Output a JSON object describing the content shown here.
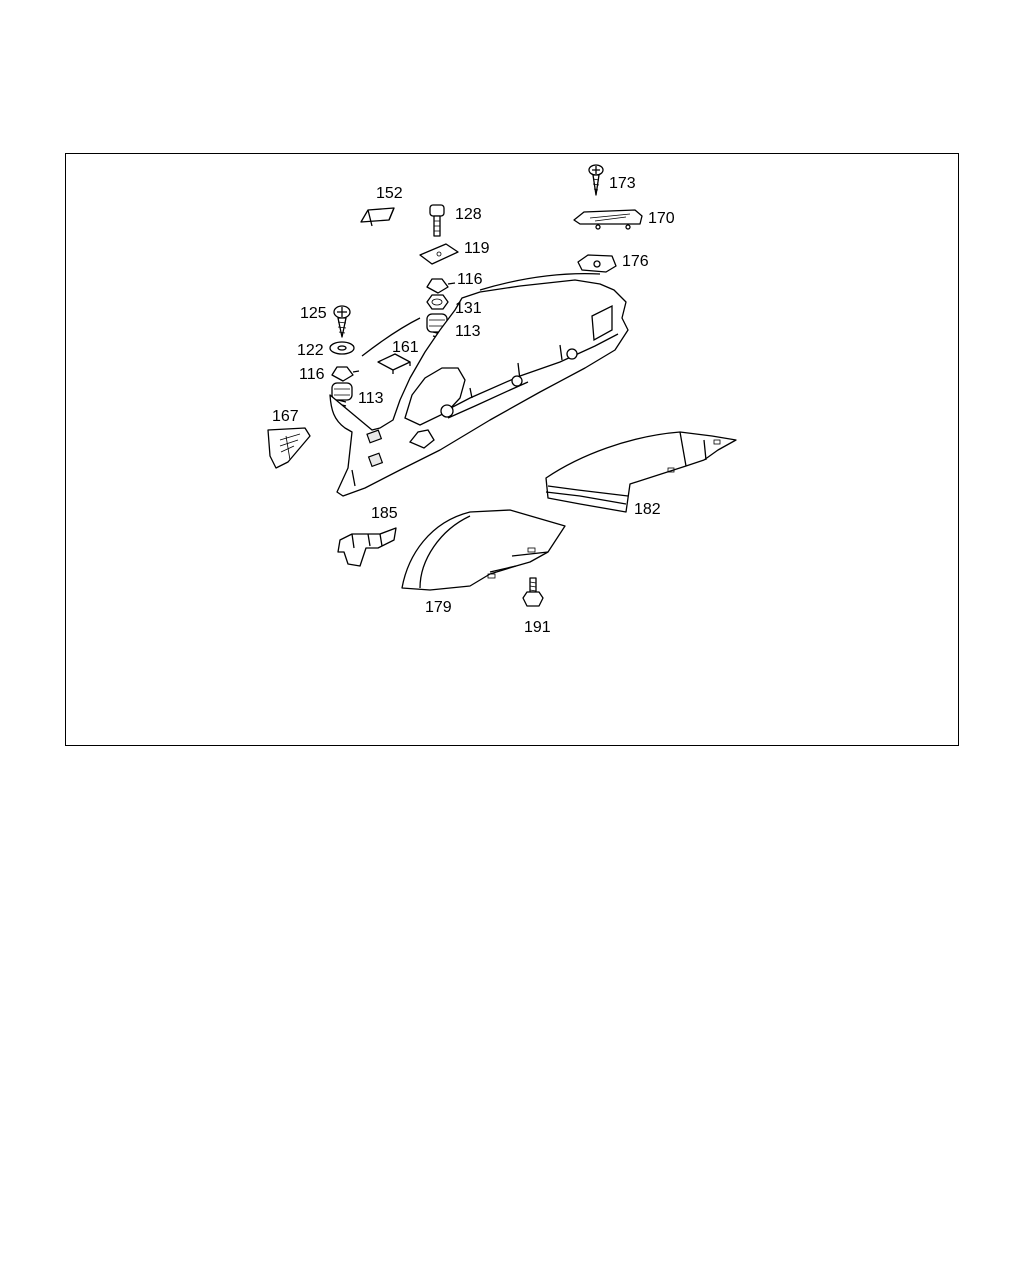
{
  "callouts": {
    "p152": "152",
    "p128": "128",
    "p173": "173",
    "p170": "170",
    "p119": "119",
    "p116_top": "116",
    "p176": "176",
    "p131": "131",
    "p125": "125",
    "p113_top": "113",
    "p161": "161",
    "p122": "122",
    "p116_left": "116",
    "p113_left": "113",
    "p167": "167",
    "p185": "185",
    "p182": "182",
    "p179": "179",
    "p191": "191"
  }
}
